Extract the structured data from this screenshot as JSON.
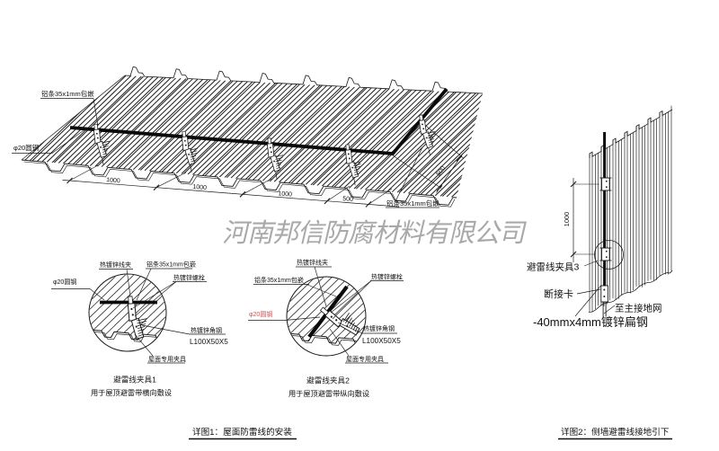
{
  "company_watermark": {
    "text": "河南邦信防腐材料有限公司",
    "color": "#a9a9a9"
  },
  "figure1": {
    "caption": "详图1：屋面防雷线的安装",
    "labels": {
      "strip_top": "铝条35x1mm包嵌",
      "round_steel": "φ20圆钢",
      "strip_right": "铝条35x1mm包嵌"
    },
    "dims": {
      "seg1": "1000",
      "seg2": "1000",
      "seg3": "1000",
      "seg4": "500",
      "diag": "500"
    }
  },
  "detail1": {
    "title": "避雷线夹具1",
    "subtitle": "用于屋顶避雷带横向敷设",
    "labels": {
      "wire_clip": "热镀锌线夹",
      "alu_strip": "铝条35x1mm包嵌",
      "bolts": "热镀锌螺栓",
      "round_steel": "φ20圆钢",
      "angle_steel": "热镀锌角钢",
      "angle_spec": "L100X50X5",
      "roof_clamp": "屋面专用夹具"
    }
  },
  "detail2": {
    "title": "避雷线夹具2",
    "subtitle": "用于屋顶避雷带纵向敷设",
    "labels": {
      "wire_clip": "热镀锌线夹",
      "alu_strip": "铝条35x1mm包嵌",
      "bolts": "热镀锌螺栓",
      "round_steel": "φ20圆钢",
      "angle_steel": "热镀锌角钢",
      "angle_spec": "L100X50X5",
      "roof_clamp": "屋面专用夹具"
    },
    "round_steel_color": "#cc5252"
  },
  "figure2": {
    "caption": "详图2：侧墙避雷线接地引下",
    "dim": "1000",
    "labels": {
      "clamp3": "避雷线夹具3",
      "disconnect": "断接卡",
      "to_ground": "至主接地网",
      "flat_steel": "-40mmx4mm镀锌扁钢"
    }
  }
}
